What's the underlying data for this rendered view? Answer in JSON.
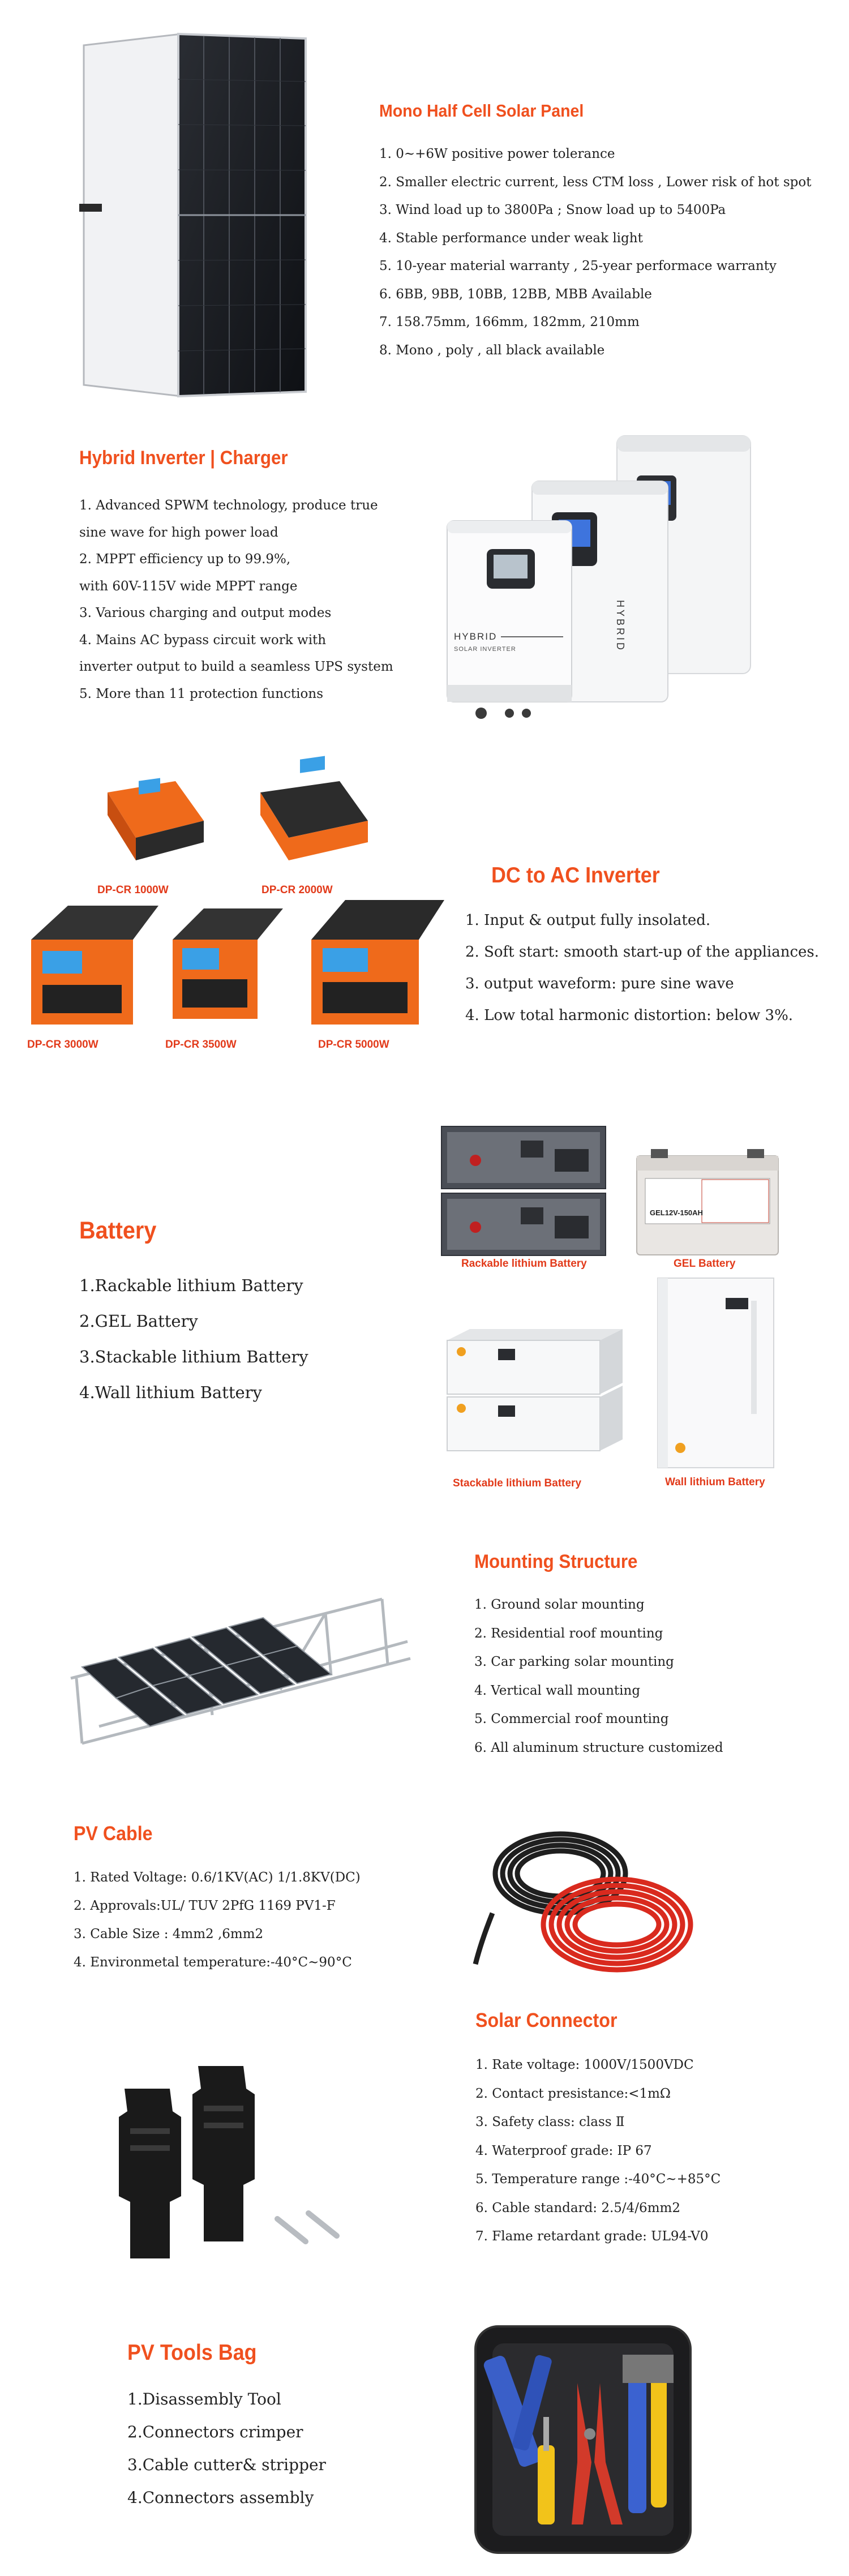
{
  "solar_panel": {
    "title": "Mono Half Cell Solar Panel",
    "items": [
      "1. 0~+6W positive power tolerance",
      "2. Smaller electric current, less CTM loss , Lower risk of hot spot",
      "3. Wind load up to 3800Pa ; Snow load up to 5400Pa",
      "4. Stable performance under weak light",
      "5. 10-year material warranty , 25-year performace warranty",
      "6. 6BB, 9BB, 10BB, 12BB, MBB Available",
      "7. 158.75mm, 166mm, 182mm, 210mm",
      "8. Mono , poly , all black available"
    ]
  },
  "hybrid_inverter": {
    "title": "Hybrid Inverter | Charger",
    "items": [
      "1. Advanced SPWM technology,  produce true",
      "sine wave for high power load",
      "2. MPPT efficiency up to 99.9%,",
      "with 60V-115V wide MPPT range",
      "3. Various charging and output modes",
      "4. Mains AC bypass circuit work with",
      "inverter  output to build a seamless UPS system",
      "5. More than 11 protection functions"
    ],
    "device_label": "HYBRID",
    "device_sublabel": "SOLAR INVERTER"
  },
  "dc_ac_inverter": {
    "title": "DC to AC Inverter",
    "items": [
      "1. Input & output fully insolated.",
      "2. Soft start: smooth start-up of the appliances.",
      "3. output waveform: pure sine wave",
      "4.  Low total harmonic distortion: below 3%."
    ],
    "models": [
      "DP-CR 1000W",
      "DP-CR 2000W",
      "DP-CR 3000W",
      "DP-CR 3500W",
      "DP-CR 5000W"
    ]
  },
  "battery": {
    "title": "Battery",
    "items": [
      "1.Rackable lithium Battery",
      "2.GEL Battery",
      "3.Stackable lithium Battery",
      "4.Wall lithium Battery"
    ],
    "captions": [
      "Rackable lithium Battery",
      "GEL Battery",
      "Stackable lithium Battery",
      "Wall lithium Battery"
    ],
    "gel_label": "GEL12V-150AH"
  },
  "mounting": {
    "title": "Mounting Structure",
    "items": [
      "1. Ground solar mounting",
      "2. Residential roof mounting",
      "3. Car parking solar mounting",
      "4. Vertical wall mounting",
      "5. Commercial roof mounting",
      "6. All aluminum structure customized"
    ]
  },
  "pv_cable": {
    "title": "PV Cable",
    "items": [
      "1. Rated Voltage: 0.6/1KV(AC) 1/1.8KV(DC)",
      "2. Approvals:UL/ TUV 2PfG 1169 PV1-F",
      "3. Cable Size : 4mm2 ,6mm2",
      "4. Environmetal temperature:-40°C~90°C"
    ]
  },
  "solar_connector": {
    "title": "Solar Connector",
    "items": [
      "1. Rate voltage: 1000V/1500VDC",
      "2. Contact presistance:<1mΩ",
      "3. Safety class: class  Ⅱ",
      "4. Waterproof grade: IP 67",
      "5. Temperature range :-40°C~+85°C",
      "6. Cable standard: 2.5/4/6mm2",
      "7. Flame retardant grade: UL94-V0"
    ]
  },
  "tools_bag": {
    "title": "PV Tools Bag",
    "items": [
      "1.Disassembly Tool",
      "2.Connectors crimper",
      "3.Cable cutter& stripper",
      "4.Connectors assembly"
    ]
  }
}
